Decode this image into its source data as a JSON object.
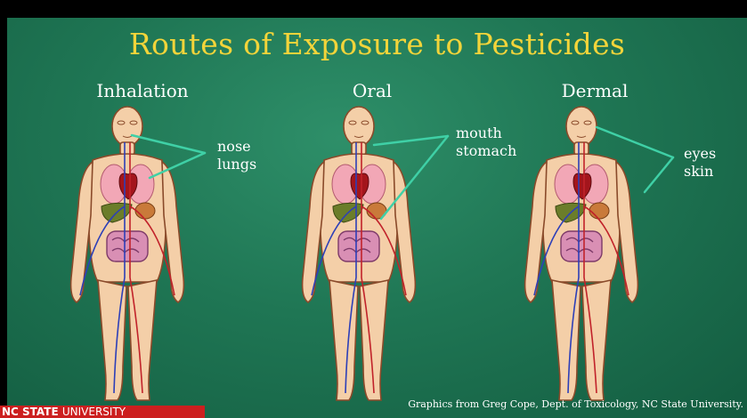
{
  "slide": {
    "title": "Routes of Exposure to Pesticides",
    "routes": [
      {
        "label": "Inhalation",
        "organs": [
          "nose",
          "lungs"
        ]
      },
      {
        "label": "Oral",
        "organs": [
          "mouth",
          "stomach"
        ]
      },
      {
        "label": "Dermal",
        "organs": [
          "eyes",
          "skin"
        ]
      }
    ],
    "credit": "Graphics from Greg Cope, Dept. of Toxicology, NC State University.",
    "logo": {
      "bold": "NC STATE",
      "rest": "UNIVERSITY"
    }
  },
  "colors": {
    "background": "#1f7654",
    "title": "#f2d43a",
    "pointer": "#3fd0a6",
    "logo": "#cc1f1f"
  }
}
